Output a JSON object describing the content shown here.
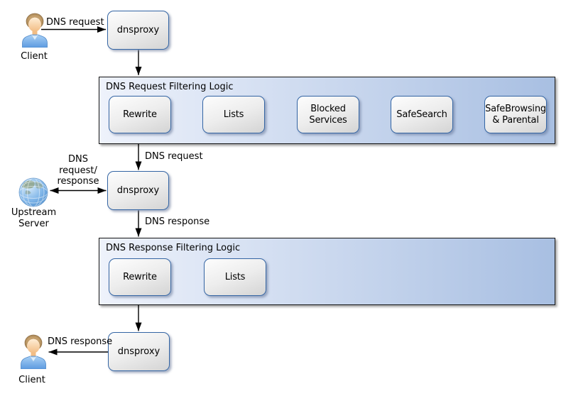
{
  "nodes": {
    "client_top": {
      "label": "Client"
    },
    "dnsproxy_top": {
      "label": "dnsproxy"
    },
    "upstream_server": {
      "label": "Upstream\nServer"
    },
    "dnsproxy_middle": {
      "label": "dnsproxy"
    },
    "dnsproxy_bottom": {
      "label": "dnsproxy"
    },
    "client_bottom": {
      "label": "Client"
    }
  },
  "containers": {
    "request_filtering": {
      "title": "DNS Request Filtering Logic",
      "steps": [
        {
          "label": "Rewrite"
        },
        {
          "label": "Lists"
        },
        {
          "label": "Blocked Services"
        },
        {
          "label": "SafeSearch"
        },
        {
          "label": "SafeBrowsing & Parental"
        }
      ]
    },
    "response_filtering": {
      "title": "DNS Response Filtering Logic",
      "steps": [
        {
          "label": "Rewrite"
        },
        {
          "label": "Lists"
        }
      ]
    }
  },
  "edges": {
    "client_request": {
      "label": "DNS request"
    },
    "filtered_request": {
      "label": "DNS request"
    },
    "upstream_exchange": {
      "label": "DNS\nrequest/\nresponse"
    },
    "response_from_upstream": {
      "label": "DNS response"
    },
    "client_response": {
      "label": "DNS response"
    }
  },
  "colors": {
    "node_border": "#3465a4",
    "node_fill_start": "#fdfdfd",
    "node_fill_end": "#d4d4d4",
    "container_border": "#141414",
    "container_fill_start": "#eef2fb",
    "container_fill_end": "#a8bfe2",
    "arrow": "#000000",
    "globe_blue": "#4e94d6",
    "shirt_blue": "#63a0e2"
  }
}
